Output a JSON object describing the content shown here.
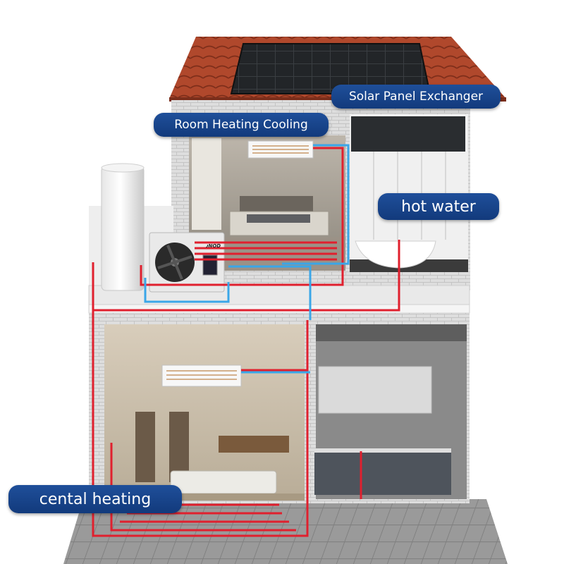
{
  "labels": {
    "solar": "Solar Panel Exchanger",
    "room": "Room Heating Cooling",
    "hot_water": "hot water",
    "central": "cental heating"
  },
  "heat_pump": {
    "brand": "ᴊNOD"
  },
  "colors": {
    "label_bg": "#1a478f",
    "label_text": "#ffffff",
    "hot_pipe": "#e0202e",
    "cold_pipe": "#3aa6e8",
    "roof": "#a8442a",
    "solar_panel": "#1f2326",
    "brick": "#d6d6d6"
  },
  "icons": [
    "solar-panel-icon",
    "water-tank-icon",
    "heat-pump-icon",
    "fan-coil-icon",
    "bathtub-icon"
  ]
}
